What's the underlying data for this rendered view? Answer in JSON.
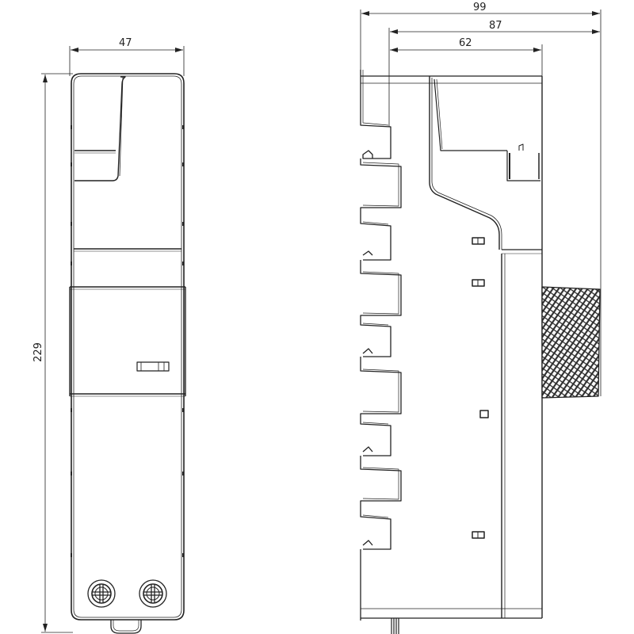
{
  "drawing": {
    "type": "technical dimension drawing",
    "units_note": "",
    "views": [
      {
        "name": "front-view"
      },
      {
        "name": "side-view"
      }
    ]
  },
  "dimensions": {
    "front_width": "47",
    "front_height": "229",
    "side_total_depth": "99",
    "side_depth_mid": "87",
    "side_depth_short": "62"
  },
  "colors": {
    "line": "#222222",
    "background": "#ffffff"
  }
}
